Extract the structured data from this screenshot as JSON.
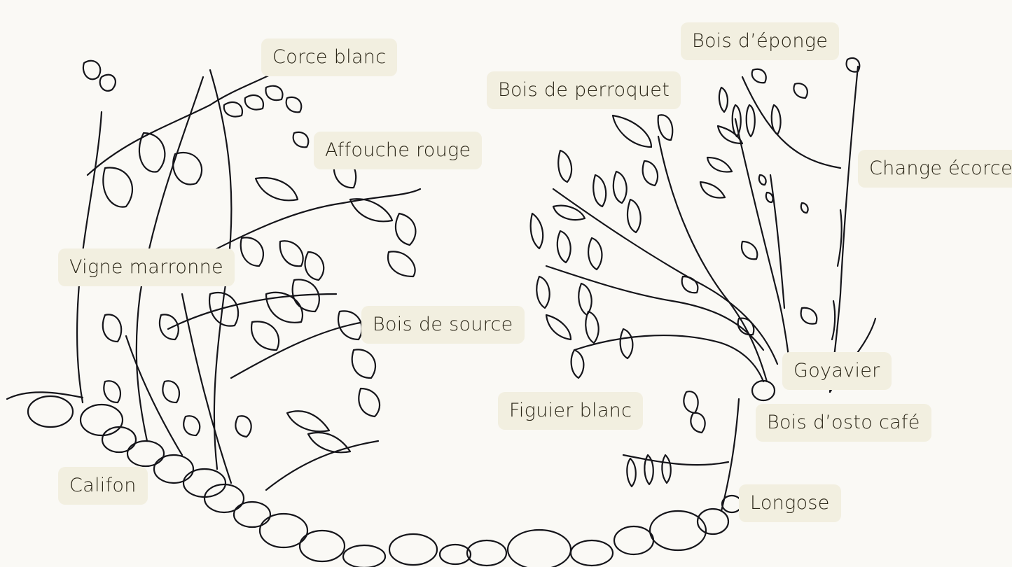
{
  "labels": {
    "corce_blanc": "Corce blanc",
    "affouche_rouge": "Affouche rouge",
    "vigne_marronne": "Vigne marronne",
    "bois_de_source": "Bois de source",
    "califon": "Califon",
    "bois_eponge": "Bois d’éponge",
    "bois_perroquet": "Bois de perroquet",
    "change_ecorce": "Change écorce",
    "goyavier": "Goyavier",
    "figuier_blanc": "Figuier blanc",
    "bois_osto_cafe": "Bois d’osto café",
    "longose": "Longose"
  },
  "colors": {
    "ink": "#15151a",
    "label_bg": "#f2efe0",
    "paper": "#faf9f5"
  }
}
